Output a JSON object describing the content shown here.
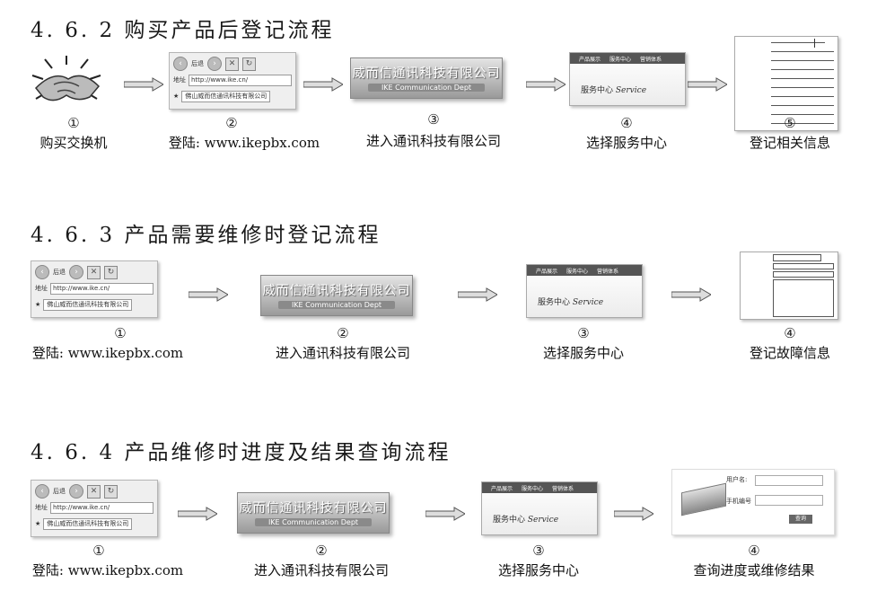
{
  "sections": [
    {
      "heading": "4. 6. 2 购买产品后登记流程",
      "steps": [
        {
          "num": "①",
          "label": "购买交换机"
        },
        {
          "num": "②",
          "label": "登陆: www.ikepbx.com"
        },
        {
          "num": "③",
          "label": "进入通讯科技有限公司"
        },
        {
          "num": "④",
          "label": "选择服务中心"
        },
        {
          "num": "⑤",
          "label": "登记相关信息"
        }
      ]
    },
    {
      "heading": "4. 6. 3 产品需要维修时登记流程",
      "steps": [
        {
          "num": "①",
          "label": "登陆: www.ikepbx.com"
        },
        {
          "num": "②",
          "label": "进入通讯科技有限公司"
        },
        {
          "num": "③",
          "label": "选择服务中心"
        },
        {
          "num": "④",
          "label": "登记故障信息"
        }
      ]
    },
    {
      "heading": "4. 6. 4 产品维修时进度及结果查询流程",
      "steps": [
        {
          "num": "①",
          "label": "登陆: www.ikepbx.com"
        },
        {
          "num": "②",
          "label": "进入通讯科技有限公司"
        },
        {
          "num": "③",
          "label": "选择服务中心"
        },
        {
          "num": "④",
          "label": "查询进度或维修结果"
        }
      ]
    }
  ],
  "browser": {
    "back": "后退",
    "address_label": "地址",
    "url": "http://www.ike.cn/",
    "tab": "佛山威而信通讯科技有限公司"
  },
  "banner": {
    "cn": "威而信通讯科技有限公司",
    "en": "IKE Communication Dept"
  },
  "service": {
    "menu": [
      "产品展示",
      "服务中心",
      "营销体系"
    ],
    "title": "服务中心",
    "title_en": "Service"
  },
  "query": {
    "user_label": "用户名:",
    "serial_label": "手机编号",
    "button": "查询"
  },
  "icons": {
    "handshake": "handshake-icon",
    "arrow": "right-arrow-icon"
  }
}
